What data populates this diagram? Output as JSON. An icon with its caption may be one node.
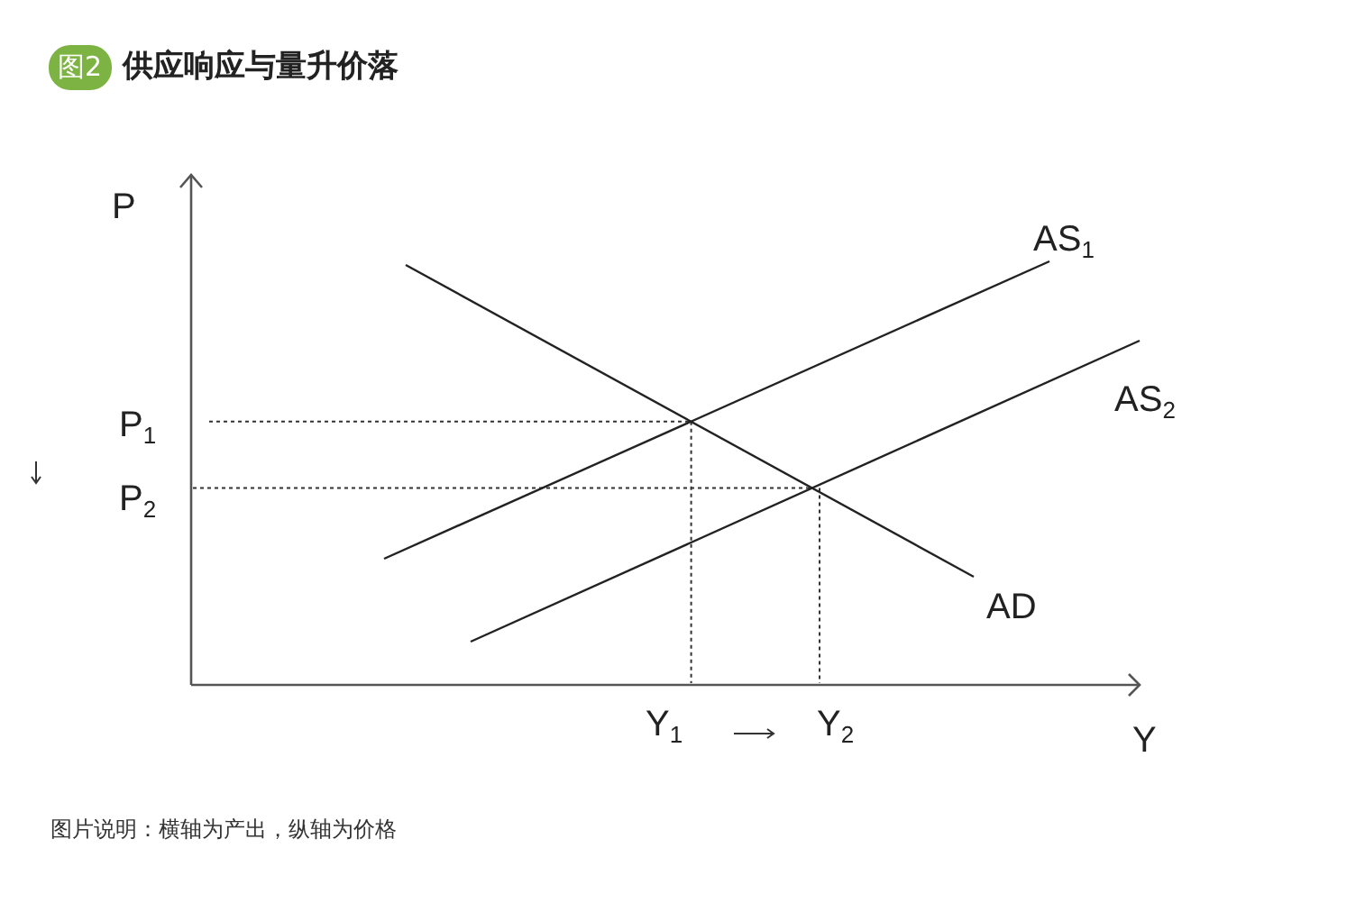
{
  "diagram": {
    "title": "供应响应与量升价落",
    "caption": "图片说明：横轴为产出，纵轴为价格",
    "labels": [
      "图2",
      "P",
      "AS$_{1}$",
      "P$_{1}$",
      "AS$_{2}$",
      "P$_{2}$",
      "AD",
      "Y$_{1}$",
      "Y$_{2}$",
      "Y"
    ]
  }
}
